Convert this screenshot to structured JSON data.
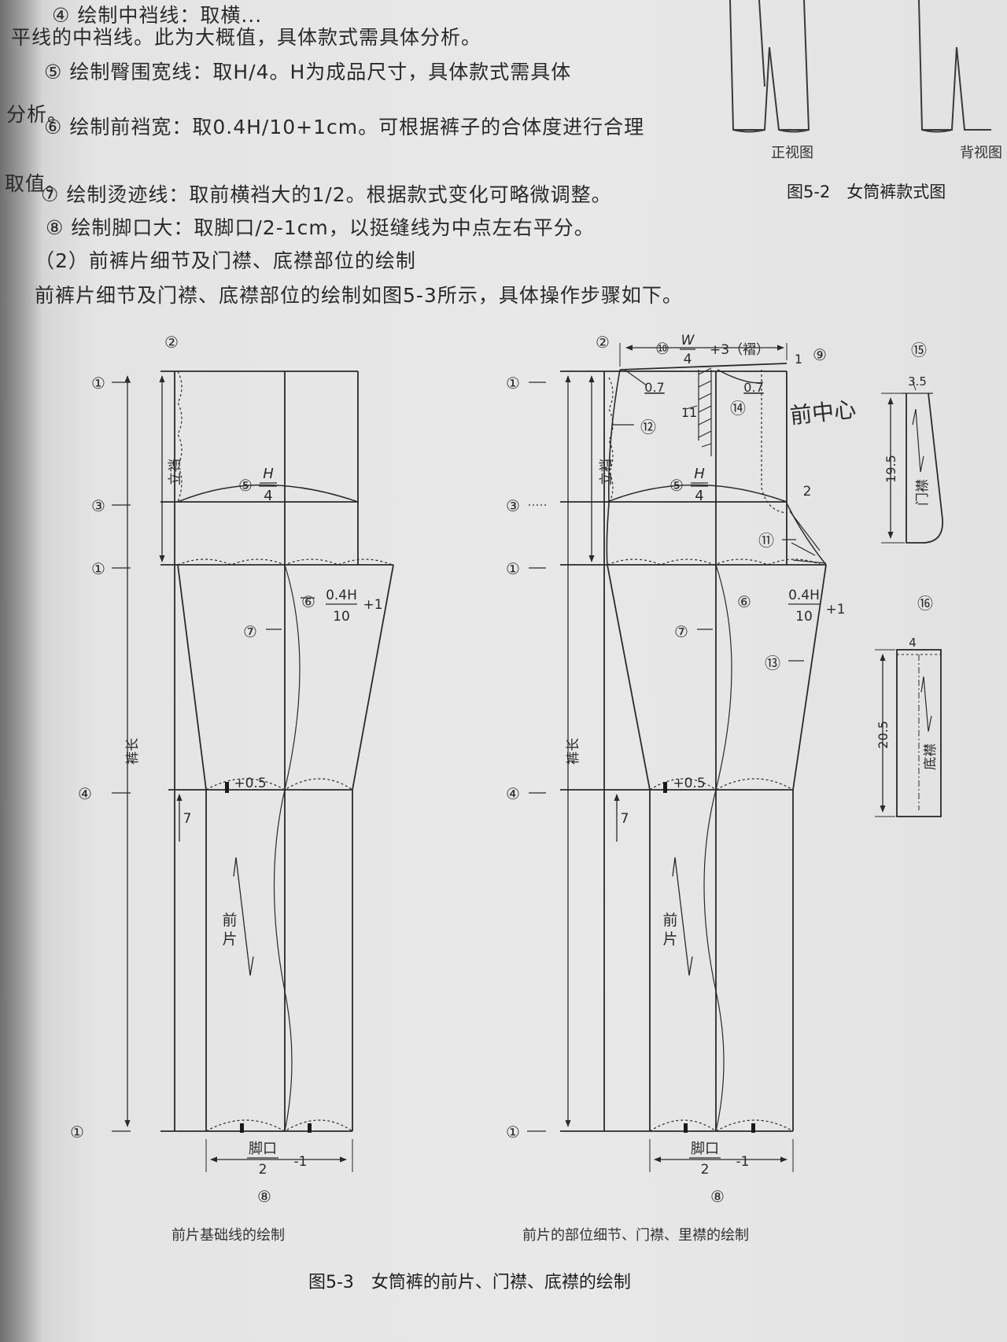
{
  "text_lines": [
    "④ 绘制中裆线：取横...",
    "平线的中裆线。此为大概值，具体款式需具体分析。",
    "⑤ 绘制臀围宽线：取H/4。H为成品尺寸，具体款式需具体",
    "分析。",
    "⑥ 绘制前裆宽：取0.4H/10+1cm。可根据裤子的合体度进行合理",
    "取值。",
    "⑦ 绘制烫迹线：取前横裆大的1/2。根据款式变化可略微调整。",
    "⑧ 绘制脚口大：取脚口/2-1cm，以挺缝线为中点左右平分。",
    "（2）前裤片细节及门襟、底襟部位的绘制",
    "前裤片细节及门襟、底襟部位的绘制如图5-3所示，具体操作步骤如下。"
  ],
  "fig52": {
    "front_view": "正视图",
    "back_view": "背视图",
    "caption": "图5-2　女筒裤款式图"
  },
  "fig53": {
    "caption": "图5-3　女筒裤的前片、门襟、底襟的绘制",
    "left_caption": "前片基础线的绘制",
    "right_caption": "前片的部位细节、门襟、里襟的绘制"
  },
  "labels": {
    "c1": "①",
    "c2": "②",
    "c3": "③",
    "c4": "④",
    "c5": "⑤",
    "c6": "⑥",
    "c7": "⑦",
    "c8": "⑧",
    "c9": "⑨",
    "c10": "⑩",
    "c11": "⑪",
    "c12": "⑫",
    "c13": "⑬",
    "c14": "⑭",
    "c15": "⑮",
    "c16": "⑯",
    "H": "H",
    "four": "4",
    "W": "W",
    "plus3": "+3（褶）",
    "lidang": "立裆",
    "kuchang": "裤长",
    "front_piece_1": "前",
    "front_piece_2": "片",
    "h04": "0.4H",
    "ten": "10",
    "plus1": "+1",
    "plus05": "+0.5",
    "seven": "7",
    "jiaokou": "脚口",
    "two": "2",
    "minus1": "-1",
    "v07a": "0.7",
    "v07b": "0.7",
    "v1": "1",
    "v11": "11",
    "v2": "2",
    "handnote": "前中心",
    "v35": "3.5",
    "v195": "19.5",
    "menjin": "门襟",
    "v4": "4",
    "v205": "20.5",
    "dijin": "底襟"
  }
}
